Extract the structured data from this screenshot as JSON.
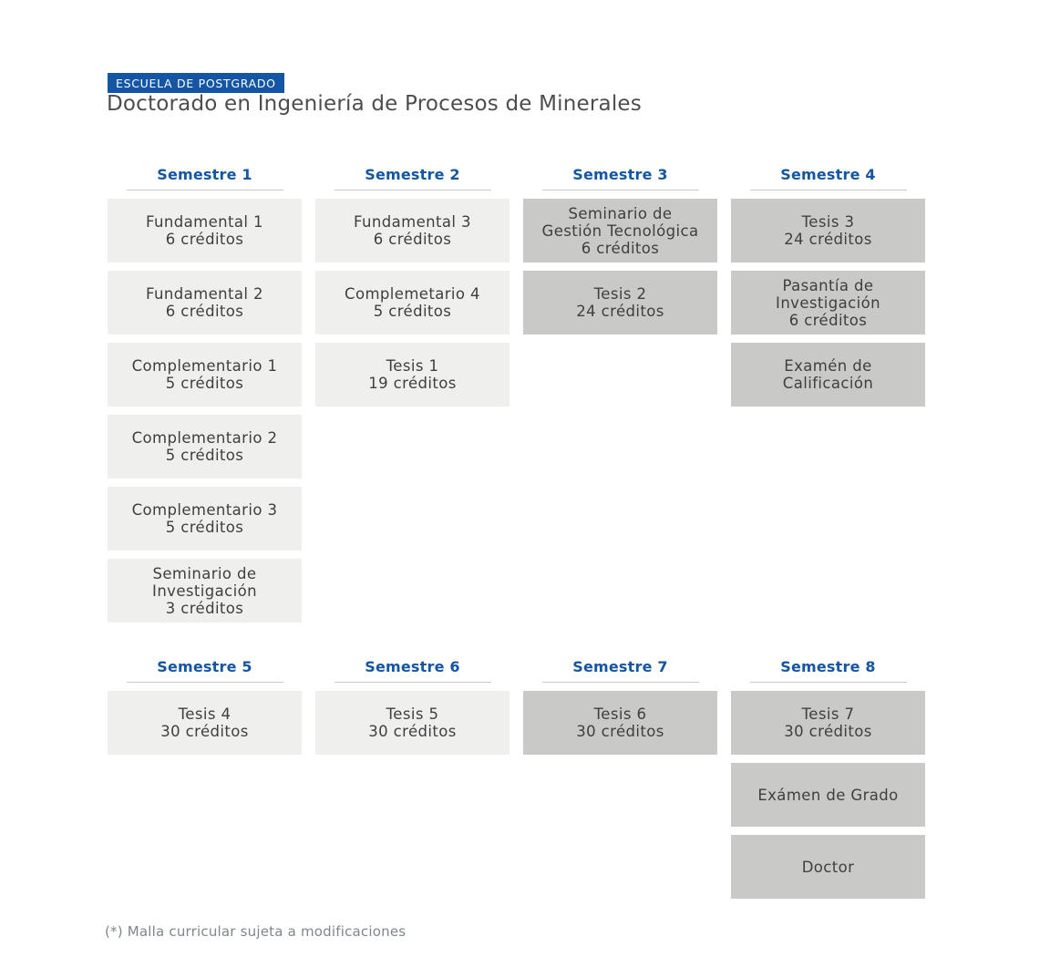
{
  "colors": {
    "brand_blue": "#1456A4",
    "light_box": "#EFEFED",
    "dark_box": "#C9C9C8",
    "box_text": "#3F3F41",
    "title_text": "#4D4D4F",
    "underline_gray": "#C8C8C8",
    "footer_text": "#7E878C",
    "badge_text": "#FFFFFF"
  },
  "header": {
    "badge_label": "ESCUELA DE POSTGRADO",
    "title": "Doctorado en Ingeniería de Procesos de Minerales"
  },
  "sections": {
    "top": [
      {
        "id": 1,
        "label": "Semestre 1",
        "tone": "light",
        "courses": [
          {
            "name_lines": [
              "Fundamental 1"
            ],
            "credits": "6 créditos"
          },
          {
            "name_lines": [
              "Fundamental 2"
            ],
            "credits": "6 créditos"
          },
          {
            "name_lines": [
              "Complementario 1"
            ],
            "credits": "5 créditos"
          },
          {
            "name_lines": [
              "Complementario 2"
            ],
            "credits": "5 créditos"
          },
          {
            "name_lines": [
              "Complementario 3"
            ],
            "credits": "5 créditos"
          },
          {
            "name_lines": [
              "Seminario de",
              "Investigación"
            ],
            "credits": "3 créditos"
          }
        ]
      },
      {
        "id": 2,
        "label": "Semestre 2",
        "tone": "light",
        "courses": [
          {
            "name_lines": [
              "Fundamental 3"
            ],
            "credits": "6 créditos"
          },
          {
            "name_lines": [
              "Complemetario 4"
            ],
            "credits": "5 créditos"
          },
          {
            "name_lines": [
              "Tesis 1"
            ],
            "credits": "19 créditos"
          }
        ]
      },
      {
        "id": 3,
        "label": "Semestre 3",
        "tone": "dark",
        "courses": [
          {
            "name_lines": [
              "Seminario de",
              "Gestión Tecnológica"
            ],
            "credits": "6 créditos"
          },
          {
            "name_lines": [
              "Tesis 2"
            ],
            "credits": "24 créditos"
          }
        ]
      },
      {
        "id": 4,
        "label": "Semestre 4",
        "tone": "dark",
        "courses": [
          {
            "name_lines": [
              "Tesis 3"
            ],
            "credits": "24 créditos"
          },
          {
            "name_lines": [
              "Pasantía de",
              "Investigación"
            ],
            "credits": "6 créditos"
          },
          {
            "name_lines": [
              "Examén de",
              "Calificación"
            ],
            "credits": ""
          }
        ]
      }
    ],
    "bottom": [
      {
        "id": 5,
        "label": "Semestre 5",
        "tone": "light",
        "courses": [
          {
            "name_lines": [
              "Tesis 4"
            ],
            "credits": "30 créditos"
          }
        ]
      },
      {
        "id": 6,
        "label": "Semestre 6",
        "tone": "light",
        "courses": [
          {
            "name_lines": [
              "Tesis 5"
            ],
            "credits": "30 créditos"
          }
        ]
      },
      {
        "id": 7,
        "label": "Semestre 7",
        "tone": "dark",
        "courses": [
          {
            "name_lines": [
              "Tesis 6"
            ],
            "credits": "30 créditos"
          }
        ]
      },
      {
        "id": 8,
        "label": "Semestre 8",
        "tone": "dark",
        "courses": [
          {
            "name_lines": [
              "Tesis 7"
            ],
            "credits": "30 créditos"
          },
          {
            "name_lines": [
              "Exámen de Grado"
            ],
            "credits": ""
          },
          {
            "name_lines": [
              "Doctor"
            ],
            "credits": ""
          }
        ]
      }
    ]
  },
  "footer": {
    "note": "(*) Malla curricular sujeta a modificaciones"
  }
}
